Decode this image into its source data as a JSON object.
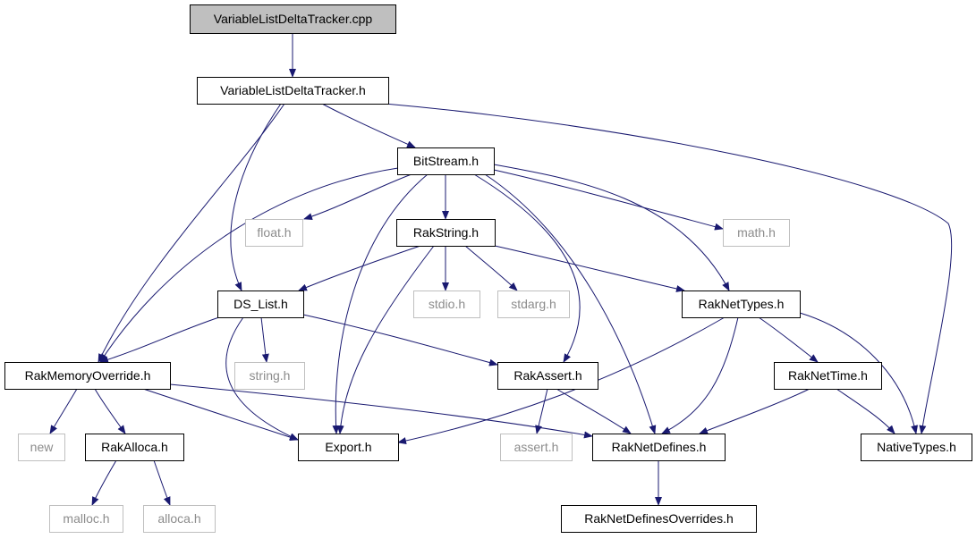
{
  "graph": {
    "colors": {
      "edge": "#191970",
      "root_fill": "#bfbfbf",
      "external_border": "#bfbfbf",
      "external_text": "#8c8c8c",
      "node_border": "#000000"
    },
    "nodes": [
      {
        "id": "root",
        "label": "VariableListDeltaTracker.cpp",
        "kind": "root"
      },
      {
        "id": "vldt_h",
        "label": "VariableListDeltaTracker.h",
        "kind": "documented"
      },
      {
        "id": "bitstream",
        "label": "BitStream.h",
        "kind": "documented"
      },
      {
        "id": "float_h",
        "label": "float.h",
        "kind": "external"
      },
      {
        "id": "rakstring",
        "label": "RakString.h",
        "kind": "documented"
      },
      {
        "id": "math_h",
        "label": "math.h",
        "kind": "external"
      },
      {
        "id": "dslist",
        "label": "DS_List.h",
        "kind": "documented"
      },
      {
        "id": "stdio_h",
        "label": "stdio.h",
        "kind": "external"
      },
      {
        "id": "stdarg_h",
        "label": "stdarg.h",
        "kind": "external"
      },
      {
        "id": "raknettypes",
        "label": "RakNetTypes.h",
        "kind": "documented"
      },
      {
        "id": "rakmem",
        "label": "RakMemoryOverride.h",
        "kind": "documented"
      },
      {
        "id": "string_h",
        "label": "string.h",
        "kind": "external"
      },
      {
        "id": "rakassert",
        "label": "RakAssert.h",
        "kind": "documented"
      },
      {
        "id": "raknettime",
        "label": "RakNetTime.h",
        "kind": "documented"
      },
      {
        "id": "new_h",
        "label": "new",
        "kind": "external"
      },
      {
        "id": "rakalloca",
        "label": "RakAlloca.h",
        "kind": "documented"
      },
      {
        "id": "export_h",
        "label": "Export.h",
        "kind": "documented"
      },
      {
        "id": "assert_h",
        "label": "assert.h",
        "kind": "external"
      },
      {
        "id": "raknetdefines",
        "label": "RakNetDefines.h",
        "kind": "documented"
      },
      {
        "id": "nativetypes",
        "label": "NativeTypes.h",
        "kind": "documented"
      },
      {
        "id": "malloc_h",
        "label": "malloc.h",
        "kind": "external"
      },
      {
        "id": "alloca_h",
        "label": "alloca.h",
        "kind": "external"
      },
      {
        "id": "raknetdefinesoverrides",
        "label": "RakNetDefinesOverrides.h",
        "kind": "documented"
      }
    ],
    "edges": [
      {
        "from": "root",
        "to": "vldt_h"
      },
      {
        "from": "vldt_h",
        "to": "bitstream"
      },
      {
        "from": "vldt_h",
        "to": "nativetypes"
      },
      {
        "from": "vldt_h",
        "to": "rakmem"
      },
      {
        "from": "vldt_h",
        "to": "dslist"
      },
      {
        "from": "bitstream",
        "to": "rakmem"
      },
      {
        "from": "bitstream",
        "to": "float_h"
      },
      {
        "from": "bitstream",
        "to": "rakstring"
      },
      {
        "from": "bitstream",
        "to": "math_h"
      },
      {
        "from": "bitstream",
        "to": "raknettypes"
      },
      {
        "from": "bitstream",
        "to": "export_h"
      },
      {
        "from": "bitstream",
        "to": "rakassert"
      },
      {
        "from": "bitstream",
        "to": "raknetdefines"
      },
      {
        "from": "rakstring",
        "to": "dslist"
      },
      {
        "from": "rakstring",
        "to": "stdio_h"
      },
      {
        "from": "rakstring",
        "to": "stdarg_h"
      },
      {
        "from": "rakstring",
        "to": "raknettypes"
      },
      {
        "from": "rakstring",
        "to": "export_h"
      },
      {
        "from": "dslist",
        "to": "rakmem"
      },
      {
        "from": "dslist",
        "to": "string_h"
      },
      {
        "from": "dslist",
        "to": "export_h"
      },
      {
        "from": "dslist",
        "to": "rakassert"
      },
      {
        "from": "raknettypes",
        "to": "export_h"
      },
      {
        "from": "raknettypes",
        "to": "raknetdefines"
      },
      {
        "from": "raknettypes",
        "to": "raknettime"
      },
      {
        "from": "raknettypes",
        "to": "nativetypes"
      },
      {
        "from": "rakmem",
        "to": "new_h"
      },
      {
        "from": "rakmem",
        "to": "rakalloca"
      },
      {
        "from": "rakmem",
        "to": "export_h"
      },
      {
        "from": "rakmem",
        "to": "raknetdefines"
      },
      {
        "from": "rakassert",
        "to": "assert_h"
      },
      {
        "from": "rakassert",
        "to": "raknetdefines"
      },
      {
        "from": "raknettime",
        "to": "raknetdefines"
      },
      {
        "from": "raknettime",
        "to": "nativetypes"
      },
      {
        "from": "rakalloca",
        "to": "malloc_h"
      },
      {
        "from": "rakalloca",
        "to": "alloca_h"
      },
      {
        "from": "raknetdefines",
        "to": "raknetdefinesoverrides"
      }
    ]
  }
}
